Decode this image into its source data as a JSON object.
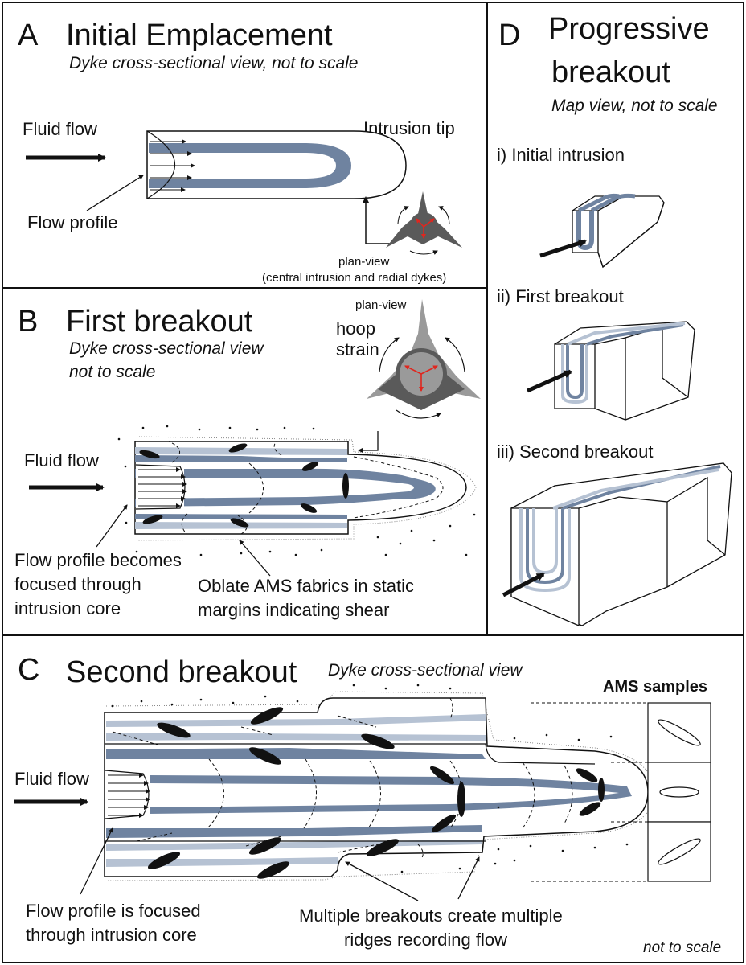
{
  "panels": {
    "a": {
      "letter": "A",
      "title": "Initial Emplacement",
      "subtitle": "Dyke cross-sectional view, not to scale",
      "fluid_flow": "Fluid flow",
      "intrusion_tip": "Intrusion tip",
      "flow_profile": "Flow profile",
      "plan_view": "plan-view",
      "plan_view_note": "(central intrusion and radial dykes)"
    },
    "b": {
      "letter": "B",
      "title": "First breakout",
      "subtitle_line1": "Dyke cross-sectional view",
      "subtitle_line2": "not to scale",
      "plan_view": "plan-view",
      "hoop_line1": "hoop",
      "hoop_line2": "strain",
      "fluid_flow": "Fluid flow",
      "flow_profile_line1": "Flow profile becomes",
      "flow_profile_line2": "focused through",
      "flow_profile_line3": "intrusion core",
      "oblate_line1": "Oblate AMS fabrics in static",
      "oblate_line2": "margins indicating shear"
    },
    "c": {
      "letter": "C",
      "title": "Second breakout",
      "subtitle": "Dyke cross-sectional view",
      "ams_samples": "AMS samples",
      "fluid_flow": "Fluid flow",
      "flow_profile_line1": "Flow profile is focused",
      "flow_profile_line2": "through intrusion core",
      "multiple_line1": "Multiple breakouts create multiple",
      "multiple_line2": "ridges recording flow",
      "not_to_scale": "not to scale"
    },
    "d": {
      "letter": "D",
      "title_line1": "Progressive",
      "title_line2": "breakout",
      "subtitle": "Map view, not to scale",
      "step1": "i) Initial intrusion",
      "step2": "ii) First breakout",
      "step3": "iii) Second breakout"
    }
  },
  "colors": {
    "dark_band": "#6f83a0",
    "light_band": "#b6c2d3",
    "hoop_dark": "#5a5a5a",
    "hoop_mid": "#9a9a9a",
    "hoop_arrow": "#e0261e"
  }
}
